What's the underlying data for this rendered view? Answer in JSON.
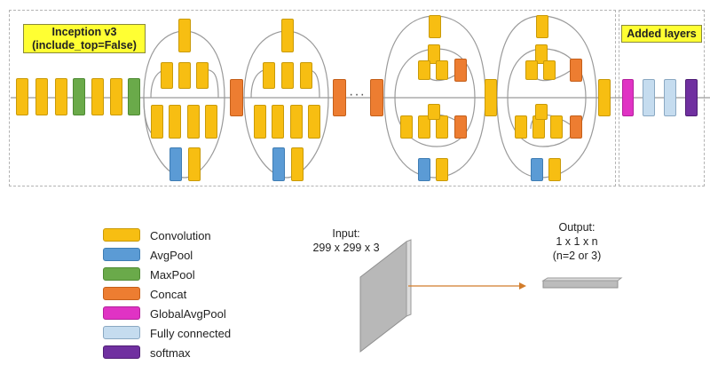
{
  "inception": {
    "title": "Inception v3",
    "subtitle": "(include_top=False)"
  },
  "added": {
    "title": "Added layers"
  },
  "ellipsis": "···",
  "legend": [
    {
      "label": "Convolution",
      "color": "#f7be12"
    },
    {
      "label": "AvgPool",
      "color": "#5b9bd5"
    },
    {
      "label": "MaxPool",
      "color": "#6aaa4a"
    },
    {
      "label": "Concat",
      "color": "#ed7d31"
    },
    {
      "label": "GlobalAvgPool",
      "color": "#e033c4"
    },
    {
      "label": "Fully connected",
      "color": "#c5dcef"
    },
    {
      "label": "softmax",
      "color": "#7030a0"
    }
  ],
  "input": {
    "title": "Input:",
    "dims": "299 x 299 x 3"
  },
  "output": {
    "title": "Output:",
    "dims": "1 x 1 x n",
    "note": "(n=2 or 3)"
  },
  "colors": {
    "line": "#9a9a9a",
    "arrow": "#d27c2a"
  }
}
